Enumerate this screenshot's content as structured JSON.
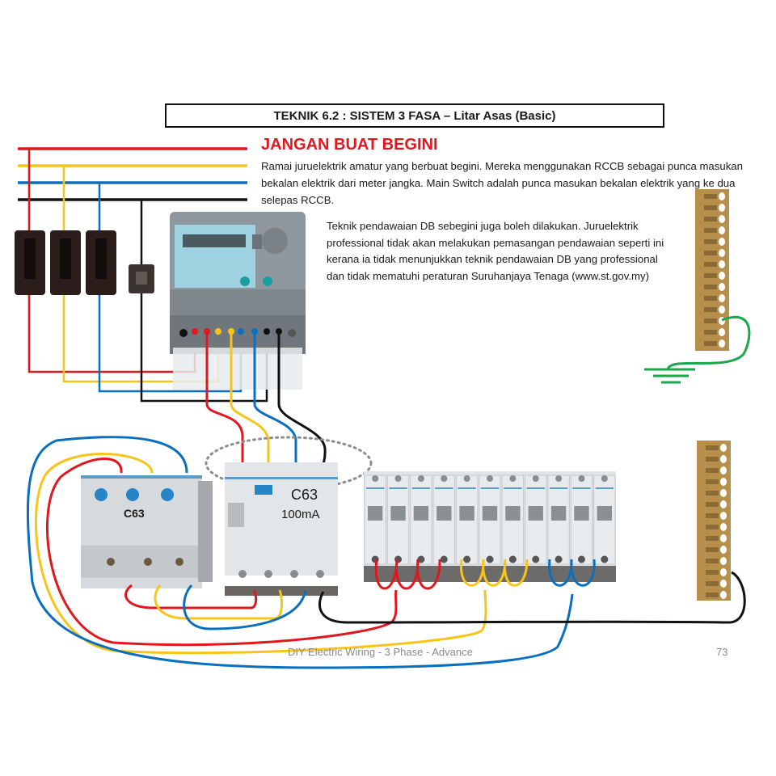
{
  "slide": {
    "title": "TEKNIK 6.2 : SISTEM 3 FASA – Litar Asas (Basic)",
    "warning_heading": "JANGAN BUAT BEGINI",
    "paragraph_1": "Ramai juruelektrik  amatur yang berbuat begini. Mereka menggunakan RCCB sebagai punca masukan bekalan elektrik dari meter jangka. Main Switch adalah punca masukan bekalan elektrik yang ke dua selepas RCCB.",
    "paragraph_2": "Teknik pendawaian DB sebegini juga boleh dilakukan. Juruelektrik professional tidak akan melakukan pemasangan pendawaian seperti ini kerana ia tidak menunjukkan  teknik pendawaian DB yang professional dan tidak mematuhi  peraturan Suruhanjaya Tenaga (www.st.gov.my)",
    "footer": "DIY Electric Wiring - 3 Phase - Advance",
    "page_number": "73"
  },
  "diagram": {
    "main_switch_label": "C63",
    "rccb_rating": "C63",
    "rccb_sensitivity": "100mA",
    "wire_colors": {
      "red_phase": "#e1171e",
      "yellow_phase": "#f7c51a",
      "blue_phase": "#0a6fbf",
      "neutral": "#111111",
      "earth": "#19a84a"
    },
    "components": [
      "cutout-fuse-red",
      "cutout-fuse-yellow",
      "cutout-fuse-blue",
      "neutral-link",
      "kwh-meter",
      "main-switch",
      "rccb",
      "mcb-row",
      "earth-busbar",
      "neutral-busbar"
    ],
    "mcb_count": 11
  }
}
